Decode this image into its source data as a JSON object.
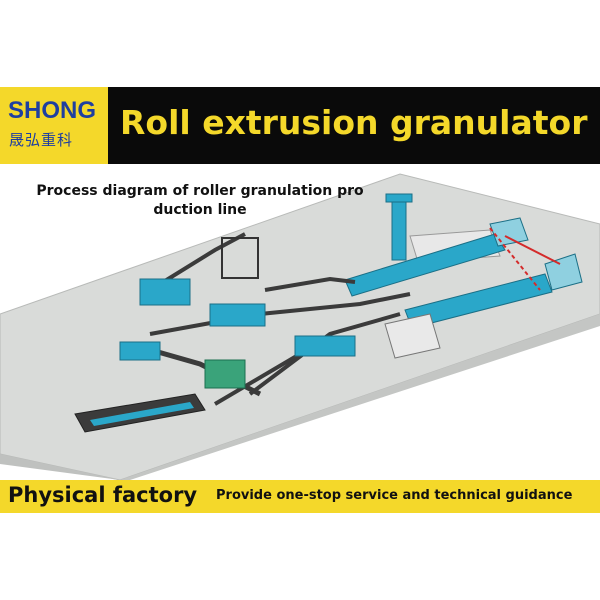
{
  "header": {
    "logo_text": "SHONG",
    "logo_subtext": "晟弘重科",
    "title": "Roll extrusion granulator"
  },
  "diagram": {
    "caption": "Process diagram of roller granulation pro duction line"
  },
  "footer": {
    "left_text": "Physical factory",
    "right_text": "Provide one-stop service and technical guidance"
  },
  "colors": {
    "banner_background": "#0a0a0a",
    "accent_yellow": "#f4d82a",
    "logo_blue": "#1f3fa0",
    "machine_blue": "#2aa7c9",
    "floor_gray": "#d9dbd9"
  }
}
